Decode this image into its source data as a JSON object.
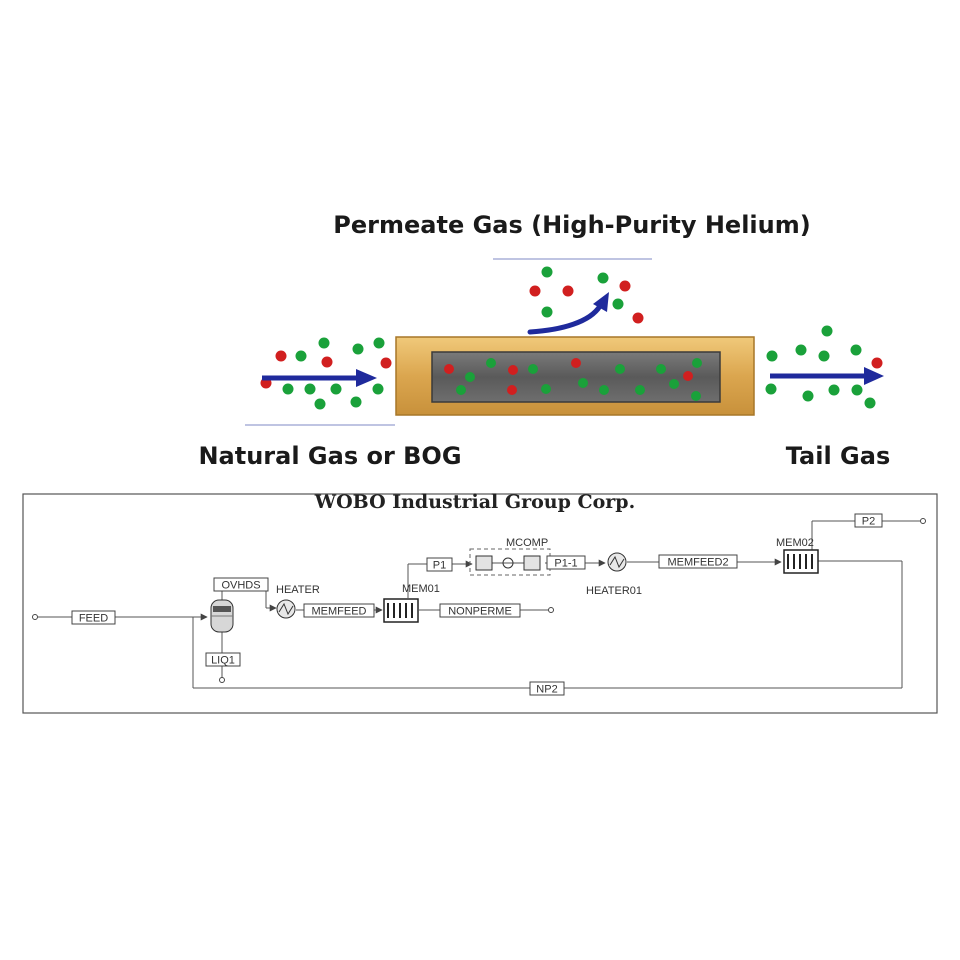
{
  "separation": {
    "permeate_label": "Permeate Gas (High-Purity Helium)",
    "feed_label": "Natural Gas or BOG",
    "tail_label": "Tail Gas",
    "colors": {
      "tube_outer": "#e4b15a",
      "tube_inner": "#616161",
      "arrow": "#1f2a9c",
      "molecule_green": "#1aa13a",
      "molecule_red": "#d11f1f"
    }
  },
  "flowsheet": {
    "company": "WOBO Industrial Group Corp.",
    "streams": {
      "feed": "FEED",
      "ovhds": "OVHDS",
      "liq1": "LIQ1",
      "memfeed": "MEMFEED",
      "nonperme": "NONPERME",
      "p1": "P1",
      "p1_1": "P1-1",
      "memfeed2": "MEMFEED2",
      "p2": "P2",
      "np2": "NP2"
    },
    "units": {
      "heater": "HEATER",
      "mem01": "MEM01",
      "mcomp": "MCOMP",
      "heater01": "HEATER01",
      "mem02": "MEM02"
    }
  }
}
